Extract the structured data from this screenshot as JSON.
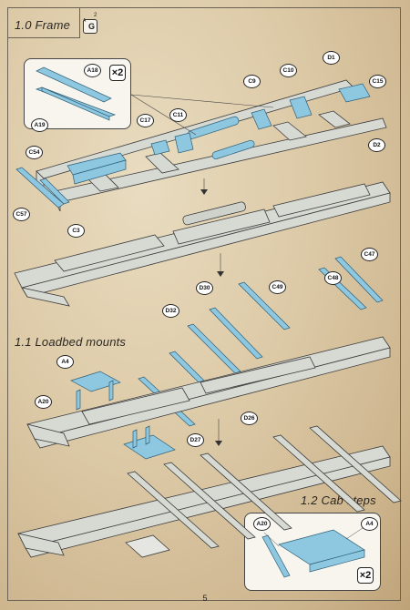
{
  "headings": {
    "frame": "1.0 Frame",
    "loadbed": "1.1 Loadbed mounts",
    "cab_steps": "1.2 Cab steps"
  },
  "paint_badge": {
    "letter": "G",
    "top": "A",
    "num": "2"
  },
  "multipliers": {
    "frame_inset": "×2",
    "cab_inset": "×2"
  },
  "page_number": "5",
  "parts": {
    "A18": "A18",
    "A19": "A19",
    "D1": "D1",
    "C10": "C10",
    "C9": "C9",
    "C15": "C15",
    "C11": "C11",
    "C17": "C17",
    "D2": "D2",
    "C54": "C54",
    "C57": "C57",
    "C3": "C3",
    "C47": "C47",
    "C48": "C48",
    "C49": "C49",
    "D30": "D30",
    "D32": "D32",
    "A4": "A4",
    "A20": "A20",
    "D26": "D26",
    "D27": "D27"
  },
  "colors": {
    "part_blue": "#8ec7e0",
    "frame_grey": "#d7d9d3",
    "outline": "#3c3c3c"
  }
}
